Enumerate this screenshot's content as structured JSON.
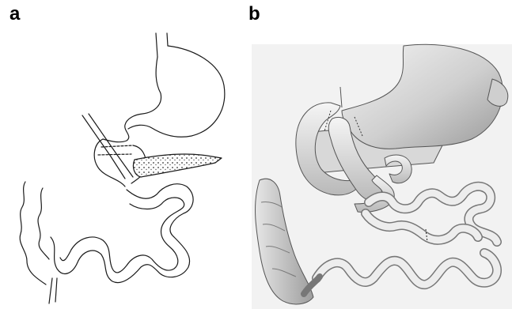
{
  "panels": {
    "a": {
      "label": "a",
      "style": "line drawing"
    },
    "b": {
      "label": "b",
      "style": "shaded illustration"
    }
  },
  "colors": {
    "ink": "#1a1a1a",
    "background": "#ffffff",
    "shade_light": "#dcdcdc",
    "shade_mid": "#bdbdbd",
    "shade_dark": "#8f8f8f",
    "panel_b_bg": "#f2f2f2"
  }
}
